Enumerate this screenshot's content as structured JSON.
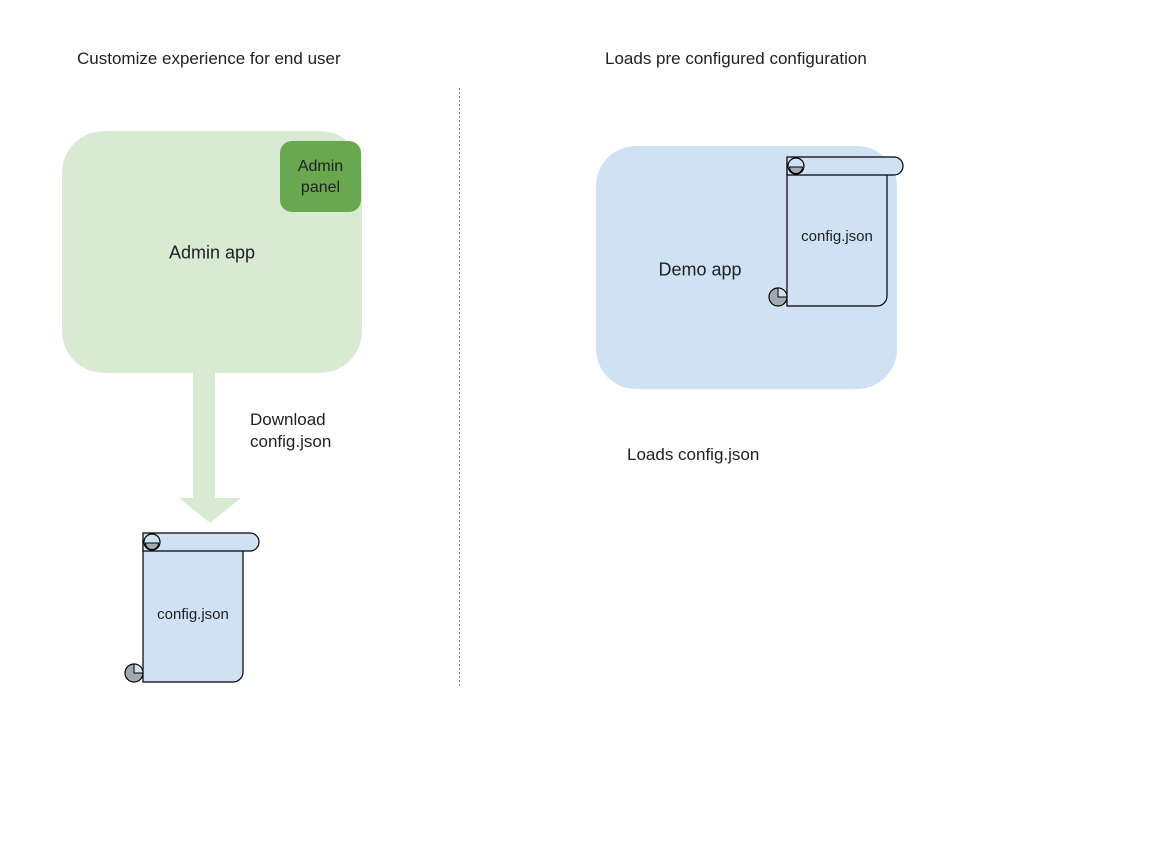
{
  "canvas": {
    "background_color": "#ffffff"
  },
  "left_section": {
    "title": "Customize experience for end user",
    "admin_app": {
      "label": "Admin app",
      "fill_color": "#d9ead3"
    },
    "admin_panel": {
      "label": "Admin panel",
      "fill_color": "#6aa84f"
    },
    "download_arrow": {
      "color": "#d9ead3",
      "label_line1": "Download",
      "label_line2": "config.json"
    },
    "config_scroll": {
      "label": "config.json",
      "fill_color": "#cfe2f3"
    }
  },
  "divider": {
    "style": "dotted-vertical-line",
    "color": "#7d7d7d"
  },
  "right_section": {
    "title": "Loads pre configured configuration",
    "demo_app": {
      "label": "Demo app",
      "fill_color": "#cfe2f3"
    },
    "config_scroll": {
      "label": "config.json",
      "fill_color": "#cfe2f3"
    },
    "caption": "Loads config.json"
  }
}
